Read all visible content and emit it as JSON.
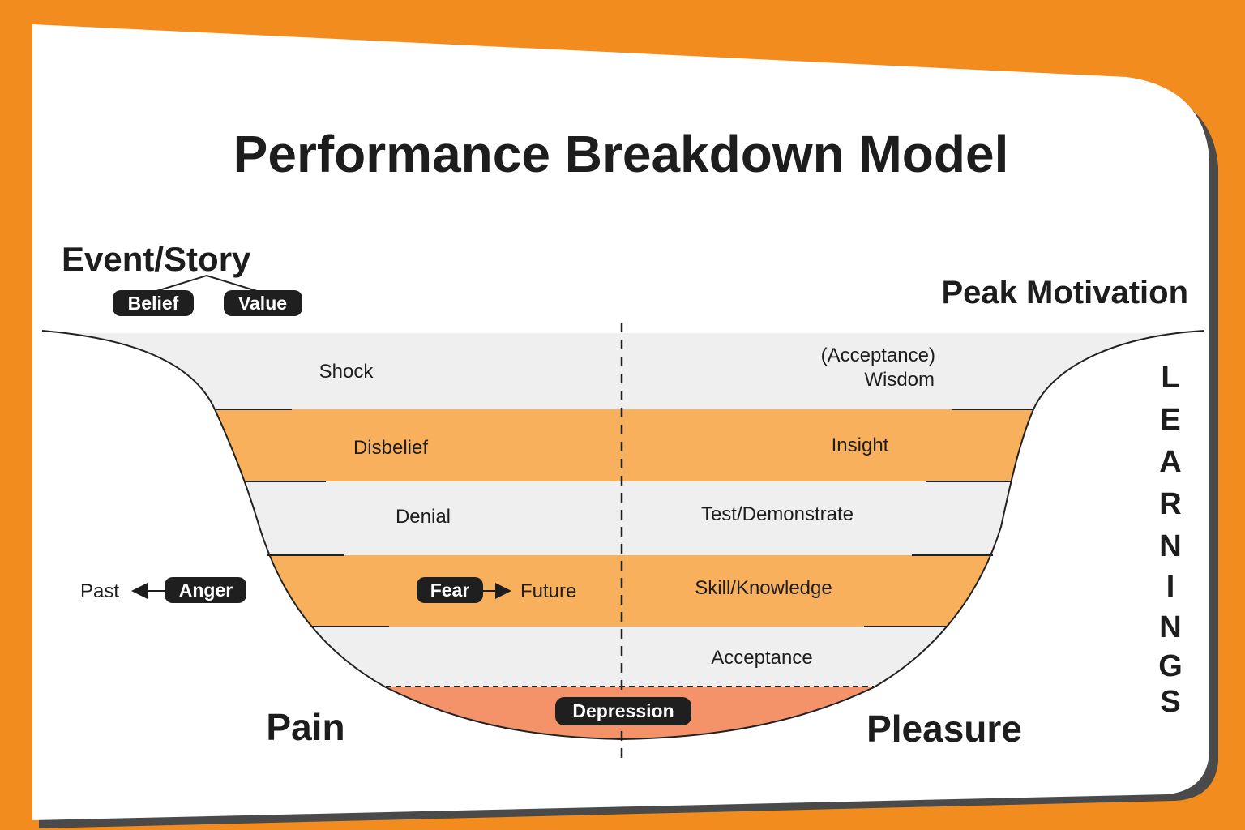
{
  "title": "Performance Breakdown Model",
  "top_left": {
    "heading": "Event/Story",
    "tags": [
      "Belief",
      "Value"
    ]
  },
  "top_right": {
    "heading": "Peak Motivation"
  },
  "left_stages": {
    "shock": "Shock",
    "disbelief": "Disbelief",
    "denial": "Denial",
    "anger": "Anger",
    "past": "Past",
    "fear": "Fear",
    "future": "Future"
  },
  "right_stages": {
    "acceptance_paren": "(Acceptance)",
    "wisdom": "Wisdom",
    "insight": "Insight",
    "test_demonstrate": "Test/Demonstrate",
    "skill_knowledge": "Skill/Knowledge",
    "acceptance": "Acceptance"
  },
  "bottom": {
    "depression": "Depression",
    "pain": "Pain",
    "pleasure": "Pleasure"
  },
  "side_word": "LEARNINGS",
  "side_letters": [
    "L",
    "E",
    "A",
    "R",
    "N",
    "I",
    "N",
    "G",
    "S"
  ],
  "colors": {
    "background_orange": "#F28C1E",
    "card_white": "#FFFFFF",
    "band_grey": "#EFEFEF",
    "band_orange": "#F9B05C",
    "depression_salmon": "#F4926A",
    "pill_black": "#1F1F1F"
  }
}
